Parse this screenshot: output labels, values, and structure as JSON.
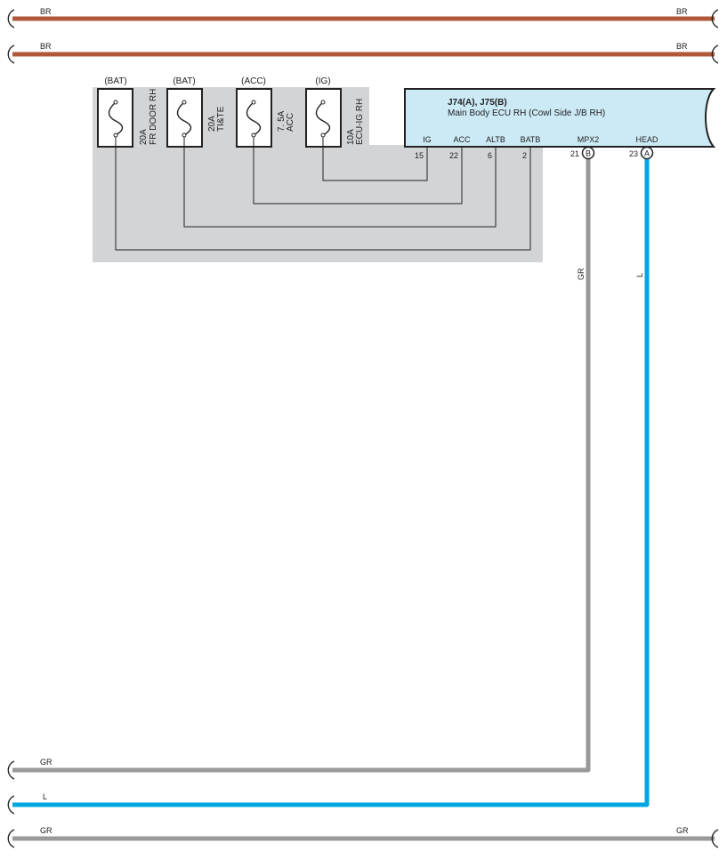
{
  "colors": {
    "BR": "#b0583a",
    "GR": "#999999",
    "L": "#00a6e2",
    "ecu_fill": "#cceaf6",
    "jb_fill": "#d3d4d6",
    "line": "#222222"
  },
  "wires_top": [
    {
      "code_left": "BR",
      "code_right": "BR",
      "color": "BR"
    },
    {
      "code_left": "BR",
      "code_right": "BR",
      "color": "BR"
    }
  ],
  "fuses": [
    {
      "source": "(BAT)",
      "rating": "20A",
      "name": "FR DOOR RH"
    },
    {
      "source": "(BAT)",
      "rating": "20A",
      "name": "TI&TE"
    },
    {
      "source": "(ACC)",
      "rating": "7. 5A",
      "name": "ACC"
    },
    {
      "source": "(IG)",
      "rating": "10A",
      "name": "ECU-IG RH"
    }
  ],
  "ecu": {
    "connector": "J74(A), J75(B)",
    "name": "Main Body ECU RH (Cowl Side J/B RH)",
    "terminals": [
      {
        "name": "IG",
        "pin": "15"
      },
      {
        "name": "ACC",
        "pin": "22"
      },
      {
        "name": "ALTB",
        "pin": "6"
      },
      {
        "name": "BATB",
        "pin": "2"
      },
      {
        "name": "MPX2",
        "pin": "21",
        "conn": "B"
      },
      {
        "name": "HEAD",
        "pin": "23",
        "conn": "A"
      }
    ]
  },
  "wire_gr_code": "GR",
  "wire_l_code": "L",
  "wires_bottom": [
    {
      "code_left": "GR",
      "color": "GR"
    },
    {
      "code_left": "L",
      "color": "L"
    },
    {
      "code_left": "GR",
      "code_right": "GR",
      "color": "GR"
    }
  ]
}
